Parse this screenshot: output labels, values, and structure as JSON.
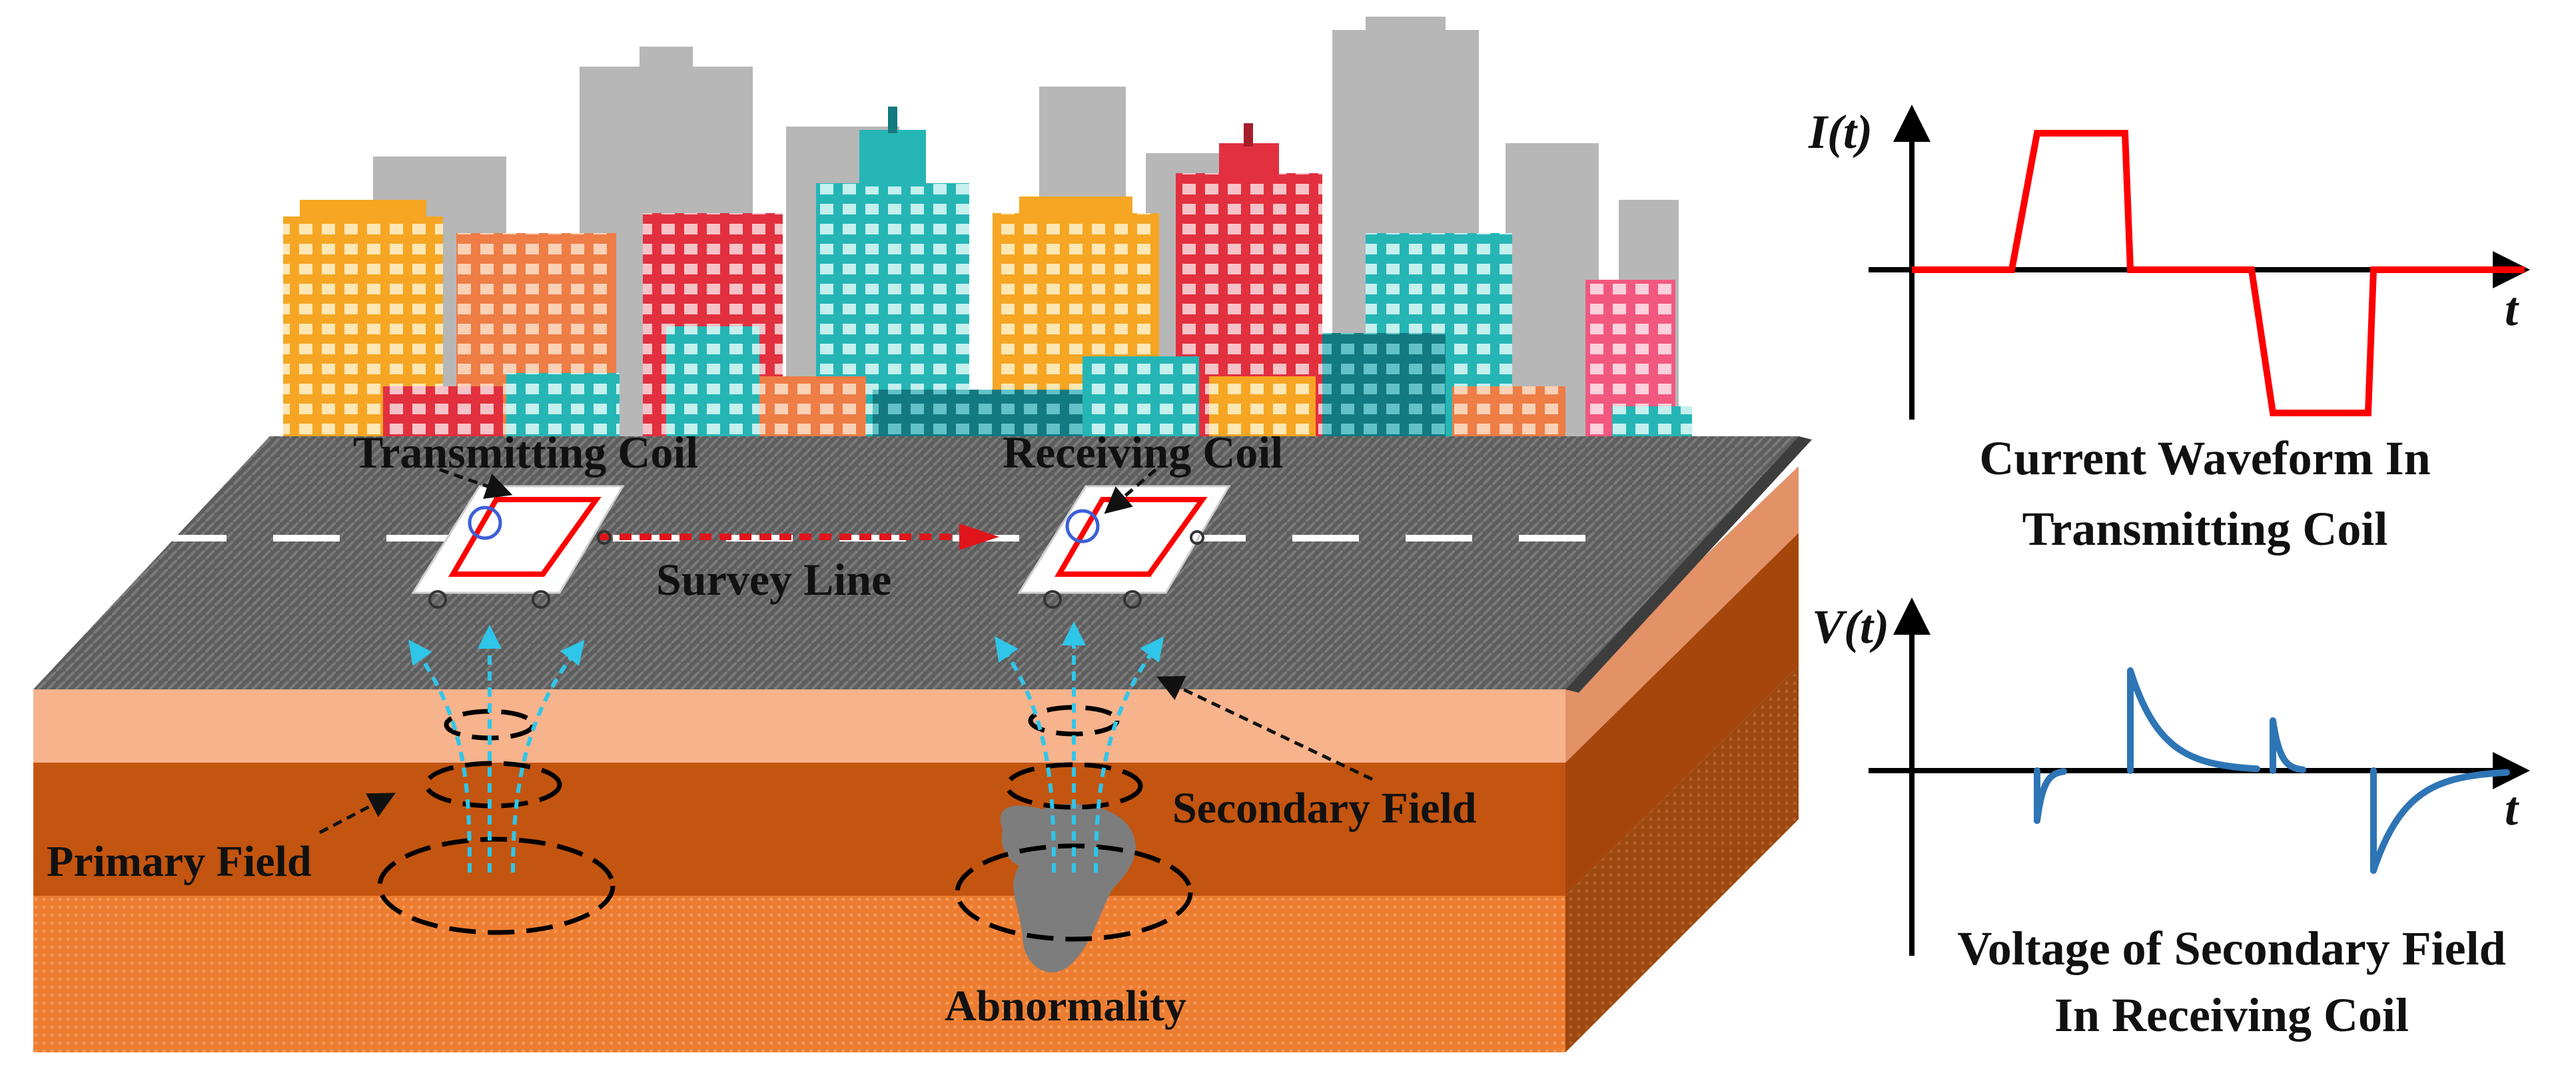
{
  "labels": {
    "transmitting_coil": "Transmitting Coil",
    "receiving_coil": "Receiving Coil",
    "survey_line": "Survey Line",
    "primary_field": "Primary Field",
    "secondary_field": "Secondary Field",
    "abnormality": "Abnormality"
  },
  "current_chart": {
    "y_label": "I(t)",
    "x_label": "t",
    "caption_line1": "Current Waveform In",
    "caption_line2": "Transmitting Coil"
  },
  "voltage_chart": {
    "y_label": "V(t)",
    "x_label": "t",
    "caption_line1": "Voltage of Secondary Field",
    "caption_line2": "In Receiving Coil"
  },
  "colors": {
    "road": "#5e5e5e",
    "soil_top": "#f6b38c",
    "soil_mid": "#c35510",
    "soil_bottom": "#ed7d31",
    "field_lines": "#2fc6ea",
    "current_wave": "#ff0000",
    "voltage_wave": "#2e75b6",
    "survey_arrow": "#e0151b",
    "abnormality": "#7d7d7d"
  }
}
